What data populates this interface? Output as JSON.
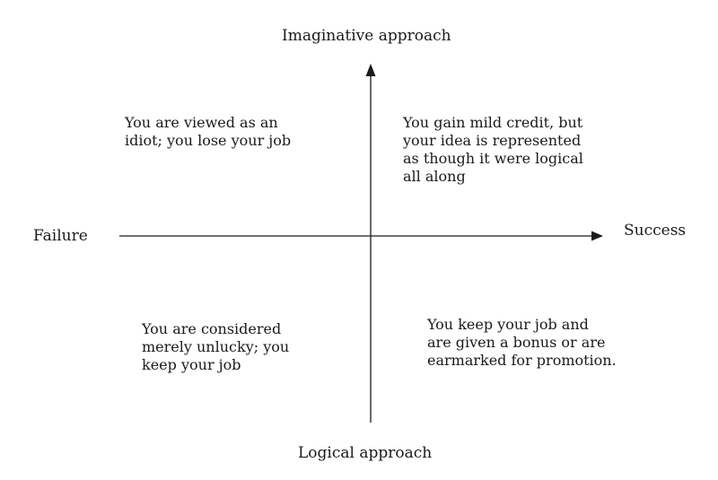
{
  "diagram": {
    "axis_labels": {
      "top": "Imaginative approach",
      "bottom": "Logical approach",
      "left": "Failure",
      "right": "Success"
    },
    "quadrants": {
      "top_left": "You are viewed as an\nidiot; you lose your job",
      "top_right": "You gain mild credit, but\nyour idea is represented\nas though it were logical\nall along",
      "bottom_left": "You are considered\nmerely unlucky; you\nkeep your job",
      "bottom_right": "You keep your job and\nare given a bonus or are\nearmarked for promotion."
    },
    "colors": {
      "line": "#1a1a1a",
      "text": "#1a1a1a"
    }
  }
}
